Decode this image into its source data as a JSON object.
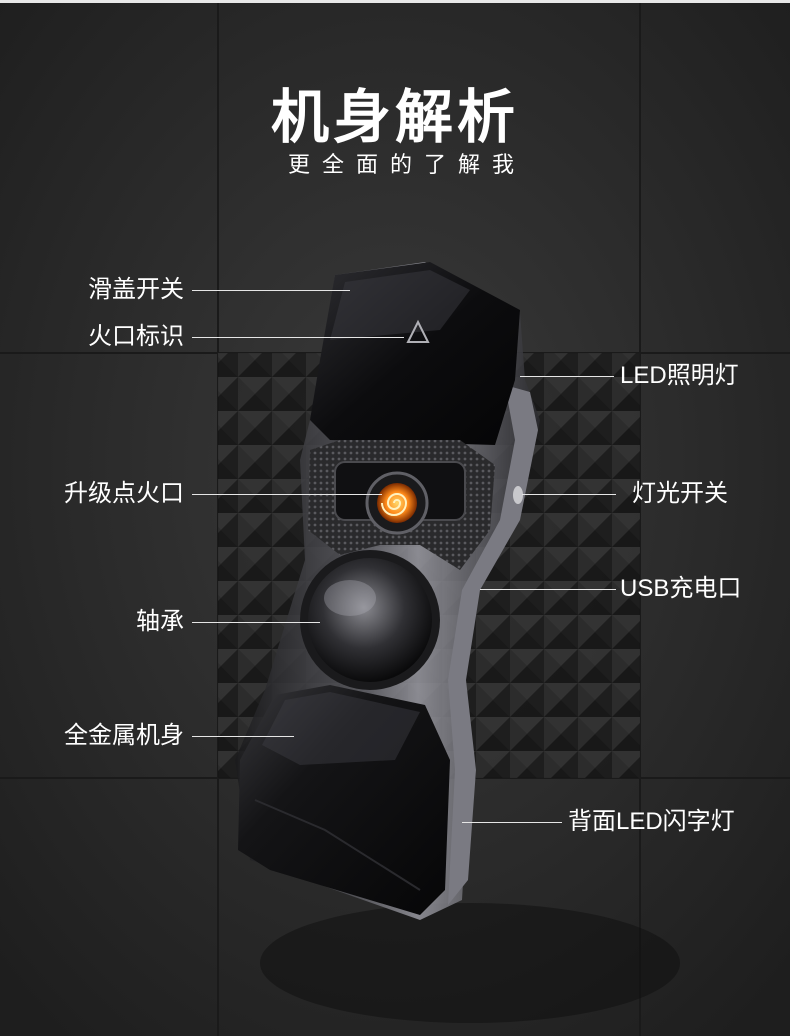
{
  "header": {
    "title": "机身解析",
    "subtitle": "更全面的了解我"
  },
  "callouts": {
    "slide_cover_switch": "滑盖开关",
    "fire_mark": "火口标识",
    "led_light": "LED照明灯",
    "ignition_port": "升级点火口",
    "light_switch": "灯光开关",
    "usb_port": "USB充电口",
    "bearing": "轴承",
    "metal_body": "全金属机身",
    "back_led": "背面LED闪字灯"
  },
  "colors": {
    "background": "#2b2b2b",
    "text": "#ffffff",
    "coil": "#ff8a1a"
  }
}
